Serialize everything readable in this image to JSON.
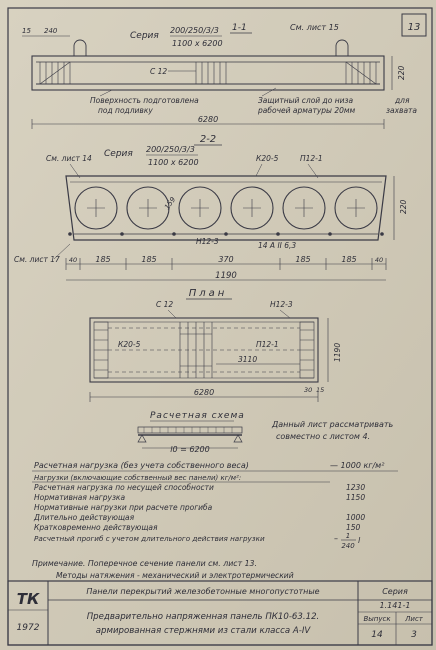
{
  "sheet": {
    "number_box": "13"
  },
  "section_1_1": {
    "title": "1-1",
    "series_label": "Серия",
    "series_code": "200/250/3/3",
    "series_dims": "1100 x 6200",
    "see_sheet": "См. лист 15",
    "dim_15": "15",
    "dim_240": "240",
    "rebar_c12": "С 12",
    "height_dim": "220",
    "length_dim": "6280",
    "note_surface_1": "Поверхность подготовлена",
    "note_surface_2": "под подливку",
    "note_cover_1": "Защитный слой до низа",
    "note_cover_2": "рабочей арматуры 20мм",
    "note_grip_1": "для",
    "note_grip_2": "захвата"
  },
  "section_2_2": {
    "title": "2-2",
    "series_label": "Серия",
    "series_code": "200/250/3/3",
    "series_dims": "1100 x 6200",
    "see_sheet_14": "См. лист 14",
    "k20_5": "К20-5",
    "p12_1": "П12-1",
    "void_dia": "159",
    "n12_3": "Н12-3",
    "a6": "14 А II 6,3",
    "see_sheet_17": "См. лист 17",
    "height_dim": "220",
    "dims": [
      "40",
      "185",
      "185",
      "370",
      "185",
      "185",
      "40"
    ],
    "total_width": "1190"
  },
  "plan": {
    "title": "План",
    "c12": "С 12",
    "n12_3": "Н12-3",
    "k20_5": "К20-5",
    "p12_1": "П12-1",
    "dim_3110": "3110",
    "dim_1190": "1190",
    "dim_30": "30",
    "dim_15": "15",
    "length_dim": "6280"
  },
  "scheme": {
    "title": "Расчетная схема",
    "span": "l0 = 6200",
    "note_1": "Данный лист рассматривать",
    "note_2": "совместно с листом 4."
  },
  "loads": {
    "header_label": "Расчетная нагрузка (без учета собственного веса)",
    "header_value": "— 1000 кг/м²",
    "subheader": "Нагрузки (включающие собственный вес панели) кг/м²:",
    "rows": [
      {
        "label": "Расчетная нагрузка по несущей способности",
        "value": "1230"
      },
      {
        "label": "Нормативная нагрузка",
        "value": "1150"
      },
      {
        "label": "Нормативные нагрузки при расчете прогиба",
        "value": ""
      },
      {
        "label": "Длительно действующая",
        "value": "1000"
      },
      {
        "label": "Кратковременно действующая",
        "value": "150"
      }
    ],
    "deflection_label": "Расчетный прогиб с учетом длительного действия нагрузки",
    "deflection_num": "1",
    "deflection_den": "240",
    "deflection_l": "l"
  },
  "notes": {
    "line_1": "Примечание. Поперечное сечение панели см. лист 13.",
    "line_2": "Методы натяжения - механический и электротермический"
  },
  "title_block": {
    "org": "ТК",
    "year": "1972",
    "header": "Панели перекрытий железобетонные многопустотные",
    "name_1": "Предварительно напряженная панель ПК10-63.12.",
    "name_2": "армированная стержнями из стали класса А-IV",
    "series_label": "Серия",
    "series_value": "1.141-1",
    "issue_label": "Выпуск",
    "issue_value": "14",
    "sheet_label": "Лист",
    "sheet_value": "3"
  }
}
